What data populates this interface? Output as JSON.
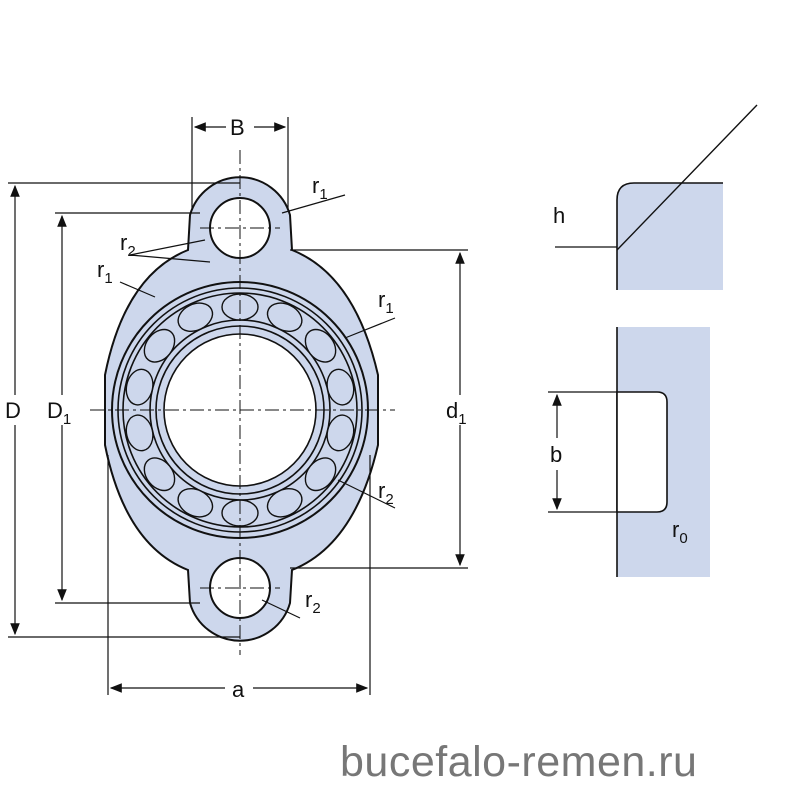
{
  "colors": {
    "fill": "#cdd7ec",
    "line": "#111111",
    "watermark": "#777777"
  },
  "labels": {
    "B": "B",
    "D": "D",
    "D1_main": "D",
    "D1_sub": "1",
    "d1_main": "d",
    "d1_sub": "1",
    "a": "a",
    "r1_main": "r",
    "r1_sub": "1",
    "r2_main": "r",
    "r2_sub": "2",
    "h": "h",
    "b": "b",
    "r0_main": "r",
    "r0_sub": "0"
  },
  "watermark": "bucefalo-remen.ru"
}
